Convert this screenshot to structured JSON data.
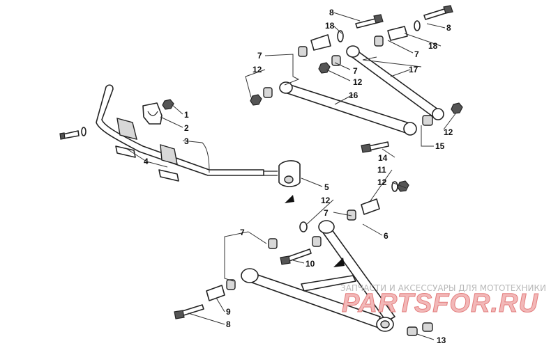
{
  "callouts": {
    "c1": "1",
    "c2": "2",
    "c3": "3",
    "c4": "4",
    "c5": "5",
    "c6": "6",
    "c7a": "7",
    "c7b": "7",
    "c7c": "7",
    "c7d": "7",
    "c7e": "7",
    "c8a": "8",
    "c8b": "8",
    "c8c": "8",
    "c9": "9",
    "c10": "10",
    "c11": "11",
    "c12a": "12",
    "c12b": "12",
    "c12c": "12",
    "c12d": "12",
    "c12e": "12",
    "c13": "13",
    "c14": "14",
    "c15": "15",
    "c16": "16",
    "c17": "17",
    "c18a": "18",
    "c18b": "18"
  },
  "watermark": {
    "caption": "ЗАПЧАСТИ И АКСЕССУАРЫ ДЛЯ МОТОТЕХНИКИ",
    "logo": "PARTSFOR.RU"
  },
  "colors": {
    "line": "#222222",
    "watermark_logo": "#e37c7c",
    "watermark_caption": "#b9b9b9"
  }
}
